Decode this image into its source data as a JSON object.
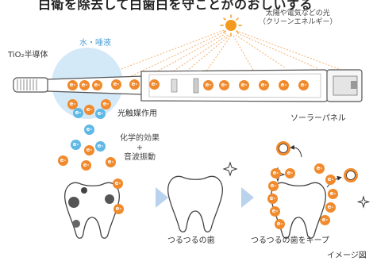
{
  "header": {
    "title": "白衛を除去して白歯白を守ことがのおしいする"
  },
  "sun": {
    "caption_line1": "太陽や電気などの光",
    "caption_line2": "（クリーンエネルギー）"
  },
  "labels": {
    "water_saliva": "水・唾液",
    "semiconductor": "TiO₂半導体",
    "photocatalyst": "光触媒作用",
    "solar_panel": "ソーラーパネル",
    "effect_line1": "化学的効果",
    "effect_plus": "+",
    "effect_line2": "音波振動",
    "smooth_tooth": "つるつるの歯",
    "keep_smooth": "つるつるの歯をキープ",
    "image_note": "イメージ図"
  },
  "electron_symbol": "e-",
  "colors": {
    "electron_orange": "#f08a2c",
    "electron_blue": "#5fb8e6",
    "water": "#cfe6f7",
    "arrow": "#b9d3ef",
    "sun": "#f39a1e"
  }
}
